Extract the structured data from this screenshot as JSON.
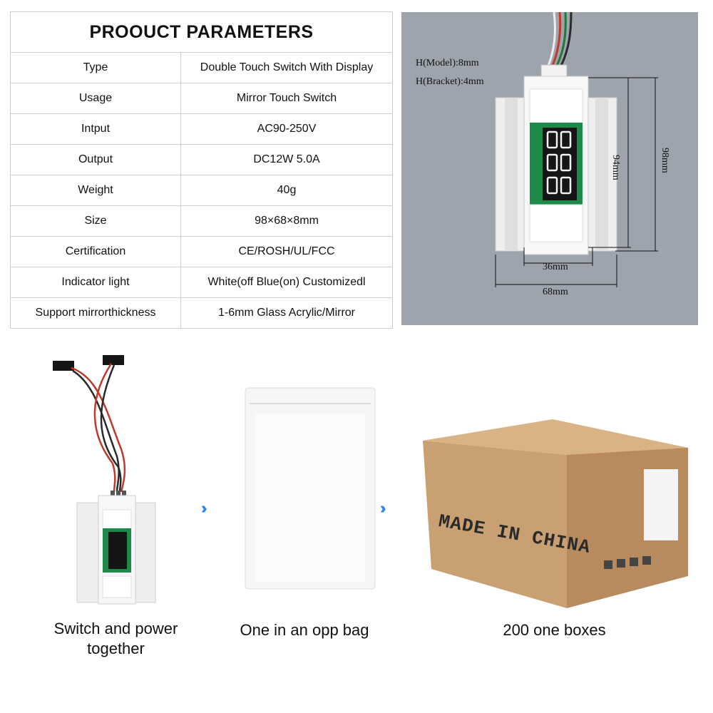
{
  "table": {
    "title": "PROOUCT PARAMETERS",
    "rows": [
      {
        "label": "Type",
        "value": "Double Touch Switch With Display"
      },
      {
        "label": "Usage",
        "value": "Mirror Touch Switch"
      },
      {
        "label": "Intput",
        "value": "AC90-250V"
      },
      {
        "label": "Output",
        "value": "DC12W 5.0A"
      },
      {
        "label": "Weight",
        "value": "40g"
      },
      {
        "label": "Size",
        "value": "98×68×8mm"
      },
      {
        "label": "Certification",
        "value": "CE/ROSH/UL/FCC"
      },
      {
        "label": "Indicator light",
        "value": "White(off Blue(on) Customizedl"
      },
      {
        "label": "Support mirrorthickness",
        "value": "1-6mm Glass Acrylic/Mirror"
      }
    ]
  },
  "dimensions": {
    "h_model": "H(Model):8mm",
    "h_bracket": "H(Bracket):4mm",
    "height_inner": "94mm",
    "height_outer": "98mm",
    "width_inner": "36mm",
    "width_outer": "68mm"
  },
  "packaging": {
    "step1_caption_line1": "Switch and power",
    "step1_caption_line2": "together",
    "step2_caption": "One in an opp bag",
    "step3_caption": "200 one boxes",
    "box_print": "MADE IN CHINA",
    "arrow_glyphs": "›››››"
  },
  "colors": {
    "panel_bg": "#9ea4ad",
    "arrow": "#2f86f0",
    "cardboard": "#c9a072",
    "pcb": "#1d8a4a"
  }
}
